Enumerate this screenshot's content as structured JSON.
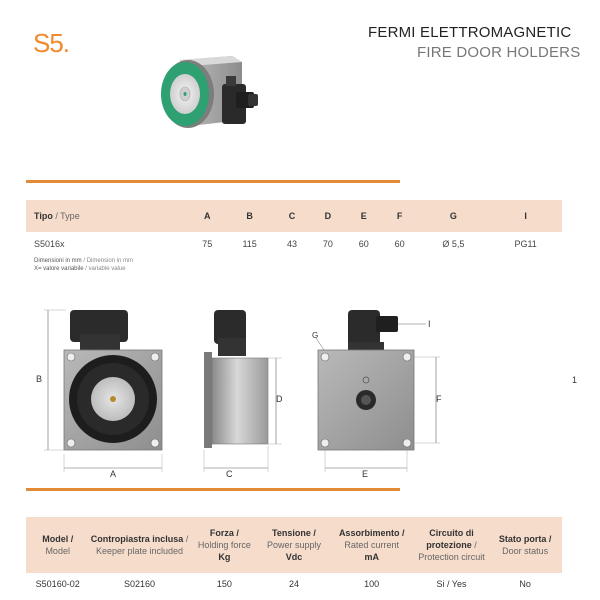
{
  "header": {
    "section": "S5.",
    "title_it": "FERMI ELETTROMAGNETIC",
    "title_en": "FIRE DOOR HOLDERS"
  },
  "dimensions_table": {
    "headers": [
      {
        "main": "Tipo",
        "sub": " / Type"
      },
      {
        "main": "A",
        "sub": ""
      },
      {
        "main": "B",
        "sub": ""
      },
      {
        "main": "C",
        "sub": ""
      },
      {
        "main": "D",
        "sub": ""
      },
      {
        "main": "E",
        "sub": ""
      },
      {
        "main": "F",
        "sub": ""
      },
      {
        "main": "G",
        "sub": ""
      },
      {
        "main": "I",
        "sub": ""
      }
    ],
    "row": [
      "S5016x",
      "75",
      "115",
      "43",
      "70",
      "60",
      "60",
      "Ø 5,5",
      "PG11"
    ]
  },
  "notes": {
    "line1_it": "Dimensioni in mm",
    "line1_en": " / Dimension in mm",
    "line2_it": "X= valore variabile",
    "line2_en": " / variable value"
  },
  "drawing_labels": {
    "A": "A",
    "B": "B",
    "C": "C",
    "D": "D",
    "E": "E",
    "F": "F",
    "G": "G",
    "I": "I"
  },
  "page_number": "1",
  "model_table": {
    "headers": [
      {
        "main": "Model /",
        "sub": "Model",
        "sub_bold": true
      },
      {
        "main": "Contropiastra inclusa",
        "sub": " / Keeper plate included",
        "sub_bold": false
      },
      {
        "main": "Forza /",
        "sub": "Holding force",
        "extra": "Kg"
      },
      {
        "main": "Tensione /",
        "sub": "Power supply",
        "extra": "Vdc"
      },
      {
        "main": "Assorbimento /",
        "sub": "Rated current",
        "extra": "mA"
      },
      {
        "main": "Circuito di protezione",
        "sub": " / Protection circuit",
        "sub_bold": false
      },
      {
        "main": "Stato porta /",
        "sub": "Door status",
        "sub_bold": false
      }
    ],
    "row": [
      "S50160-02",
      "S02160",
      "150",
      "24",
      "100",
      "Si / Yes",
      "No"
    ]
  },
  "colors": {
    "accent": "#e28a34",
    "table_header": "#f6dccb",
    "magnet_green": "#2fa071"
  }
}
